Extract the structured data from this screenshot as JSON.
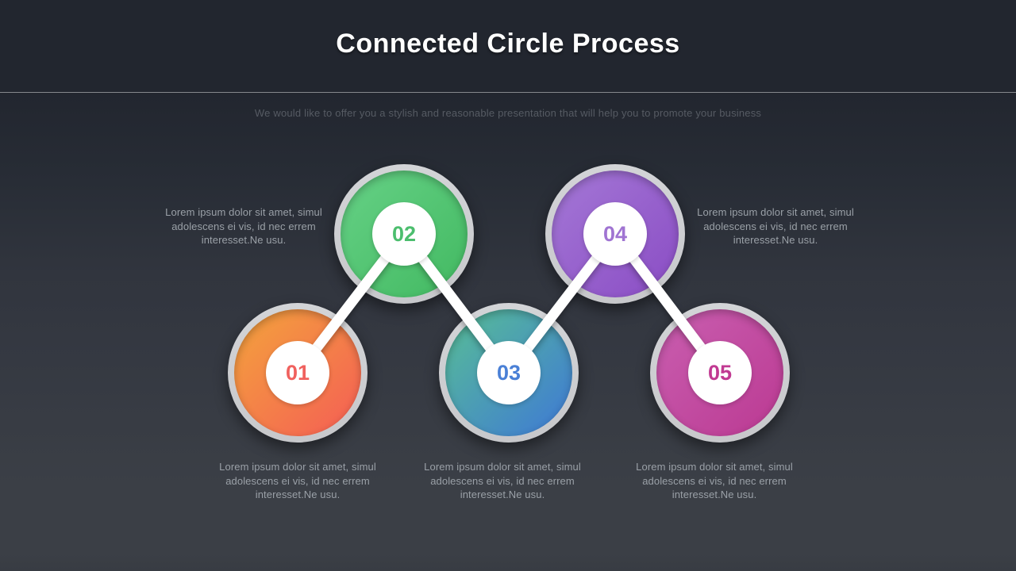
{
  "slide": {
    "title": "Connected Circle Process",
    "subtitle": "We would like to offer you a stylish and reasonable presentation that will help you to promote your business"
  },
  "colors": {
    "background_top": "#22262f",
    "background_bottom": "#3b3f46",
    "divider_line": "#85888d",
    "title_text": "#ffffff",
    "subtitle_text": "#565b63",
    "body_text": "#9aa0a7",
    "connector": "#ffffff",
    "outer_ring": "#cdced1",
    "inner_circle": "#ffffff"
  },
  "steps": [
    {
      "number": "01",
      "color_start": "#f3a43c",
      "color_end": "#f55d55",
      "number_color": "#f0615e",
      "text": "Lorem ipsum dolor sit amet, simul adolescens ei vis, id nec errem interesset.Ne usu."
    },
    {
      "number": "02",
      "color_start": "#66d186",
      "color_end": "#42b961",
      "number_color": "#4cbe6e",
      "text": "Lorem ipsum dolor sit amet, simul adolescens ei vis, id nec errem interesset.Ne usu."
    },
    {
      "number": "03",
      "color_start": "#58bf95",
      "color_end": "#3e78d6",
      "number_color": "#4a80d6",
      "text": "Lorem ipsum dolor sit amet, simul adolescens ei vis, id nec errem interesset.Ne usu."
    },
    {
      "number": "04",
      "color_start": "#a478d6",
      "color_end": "#8a4cc4",
      "number_color": "#a074d2",
      "text": "Lorem ipsum dolor sit amet, simul adolescens ei vis, id nec errem interesset.Ne usu."
    },
    {
      "number": "05",
      "color_start": "#c95fb0",
      "color_end": "#bb3992",
      "number_color": "#c13a92",
      "text": "Lorem ipsum dolor sit amet, simul adolescens ei vis, id nec errem interesset.Ne usu."
    }
  ]
}
